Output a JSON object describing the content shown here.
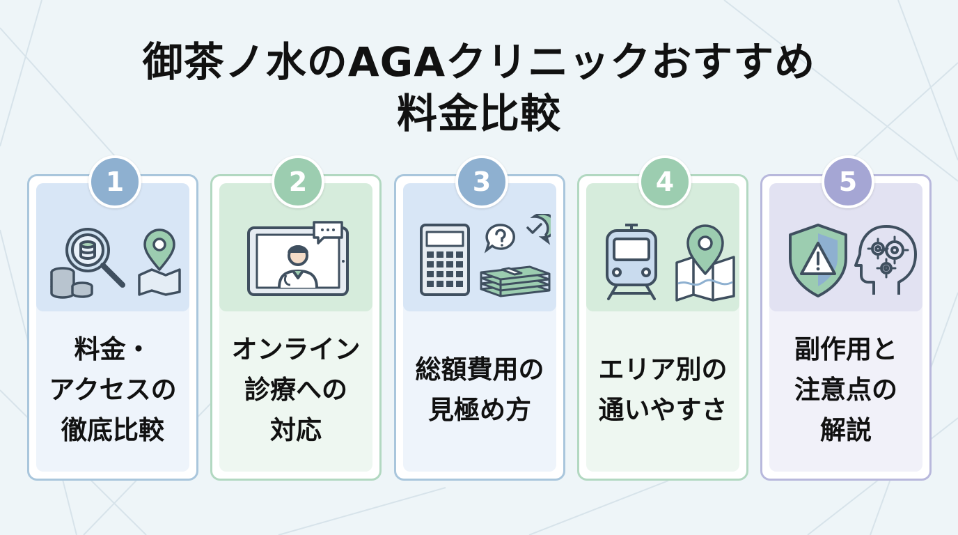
{
  "title": {
    "line1": "御茶ノ水のAGAクリニックおすすめ",
    "line2": "料金比較"
  },
  "cards": [
    {
      "number": "1",
      "icons": [
        "magnifier-coins-icon",
        "coins-icon",
        "map-pin-icon"
      ],
      "lines": [
        "料金・",
        "アクセスの",
        "徹底比較"
      ]
    },
    {
      "number": "2",
      "icons": [
        "tablet-doctor-icon",
        "chat-bubble-icon"
      ],
      "lines": [
        "オンライン",
        "診療への",
        "対応"
      ]
    },
    {
      "number": "3",
      "icons": [
        "calculator-icon",
        "question-bubble-icon",
        "check-bubble-icon",
        "money-stack-icon"
      ],
      "lines": [
        "総額費用の",
        "見極め方"
      ]
    },
    {
      "number": "4",
      "icons": [
        "train-icon",
        "map-pin-icon"
      ],
      "lines": [
        "エリア別の",
        "通いやすさ"
      ]
    },
    {
      "number": "5",
      "icons": [
        "warning-shield-icon",
        "head-gears-icon"
      ],
      "lines": [
        "副作用と",
        "注意点の",
        "解説"
      ]
    }
  ],
  "colors": {
    "blue": "#8eb0d0",
    "green": "#9ccdb0",
    "purple": "#a5a6d4",
    "icon_stroke": "#3f4f5f"
  }
}
